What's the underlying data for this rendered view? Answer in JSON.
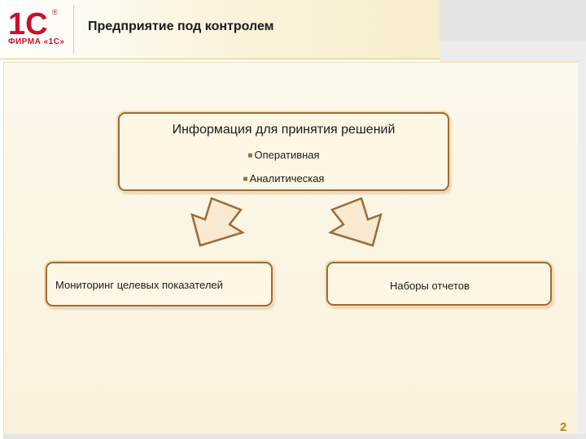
{
  "header": {
    "title": "Предприятие под контролем",
    "logo_text": "1С",
    "logo_caption": "ФИРМА «1С»",
    "logo_registered": "®"
  },
  "diagram": {
    "top_box": {
      "title": "Информация для принятия решений",
      "bullets": [
        "Оперативная",
        "Аналитическая"
      ]
    },
    "left_box": {
      "label": "Мониторинг целевых показателей"
    },
    "right_box": {
      "label": "Наборы отчетов"
    }
  },
  "footer": {
    "page_number": "2"
  },
  "colors": {
    "brand_red": "#c8102e",
    "box_border": "#9c6b3a",
    "box_fill": "#fff7e6",
    "panel_fill": "#faf2dc",
    "page_number": "#b8860b"
  }
}
